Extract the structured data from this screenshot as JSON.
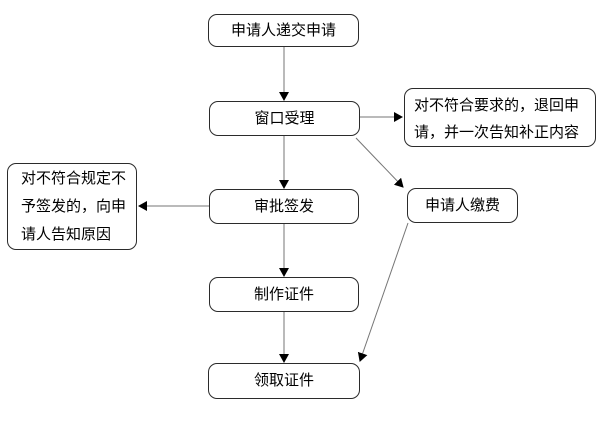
{
  "diagram": {
    "type": "flowchart",
    "background": "#ffffff",
    "colors": {
      "box_border": "#2b2b2b",
      "box_fill": "#ffffff",
      "text": "#000000",
      "connector_line": "#757575",
      "arrowhead": "#000000"
    },
    "nodes": {
      "submit": {
        "label": "申请人递交申请"
      },
      "accept": {
        "label": "窗口受理"
      },
      "return_note": {
        "lines": [
          "对不符合要求的，退回申",
          "请，并一次告知补正内容"
        ]
      },
      "approve": {
        "label": "审批签发"
      },
      "reject_note": {
        "lines": [
          "对不符合规定不",
          "予签发的，向申",
          "请人告知原因"
        ]
      },
      "fee": {
        "label": "申请人缴费"
      },
      "make": {
        "label": "制作证件"
      },
      "receive": {
        "label": "领取证件"
      }
    },
    "edges": [
      {
        "from": "submit",
        "to": "accept"
      },
      {
        "from": "accept",
        "to": "return_note"
      },
      {
        "from": "accept",
        "to": "fee"
      },
      {
        "from": "accept",
        "to": "approve"
      },
      {
        "from": "approve",
        "to": "reject_note"
      },
      {
        "from": "approve",
        "to": "make"
      },
      {
        "from": "make",
        "to": "receive"
      },
      {
        "from": "fee",
        "to": "receive"
      }
    ]
  }
}
